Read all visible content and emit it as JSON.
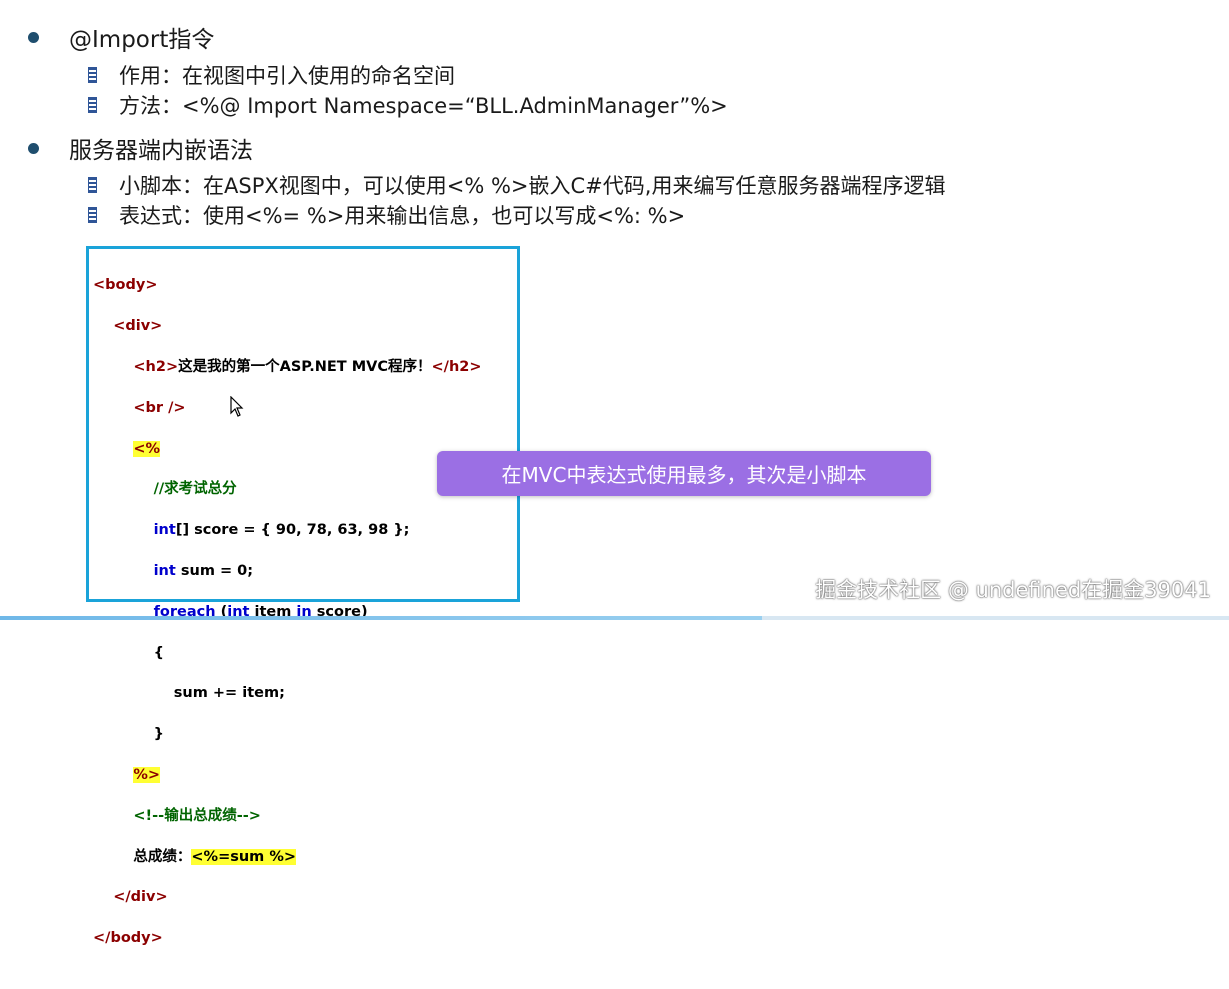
{
  "bullets": [
    {
      "title": "@Import指令",
      "items": [
        "作用：在视图中引入使用的命名空间",
        "方法：<%@ Import Namespace=“BLL.AdminManager”%>"
      ]
    },
    {
      "title": "服务器端内嵌语法",
      "items": [
        "小脚本：在ASPX视图中，可以使用<% %>嵌入C#代码,用来编写任意服务器端程序逻辑",
        "表达式：使用<%= %>用来输出信息，也可以写成<%: %>"
      ]
    }
  ],
  "code": {
    "body_open": "<body>",
    "div_open": "<div>",
    "h2_open": "<h2>",
    "h2_text": "这是我的第一个ASP.NET MVC程序！",
    "h2_close": "</h2>",
    "br": "<br />",
    "script_open": "<%",
    "comment": "//求考试总分",
    "kw_int": "int",
    "score_decl": "[] score = { 90, 78, 63, 98 };",
    "sum_decl": " sum = 0;",
    "kw_foreach": "foreach",
    "foreach_open": " (",
    "foreach_item": " item ",
    "kw_in": "in",
    "foreach_close": " score)",
    "brace_open": "{",
    "sum_add": "sum += item;",
    "brace_close": "}",
    "script_close": "%>",
    "html_comment": "<!--输出总成绩-->",
    "total_label": "总成绩：",
    "expr": "<%=sum %>",
    "div_close": "</div>",
    "body_close": "</body>"
  },
  "tooltip": "在MVC中表达式使用最多，其次是小脚本",
  "watermark": "掘金技术社区 @ undefined在掘金39041",
  "progress": 0.62
}
